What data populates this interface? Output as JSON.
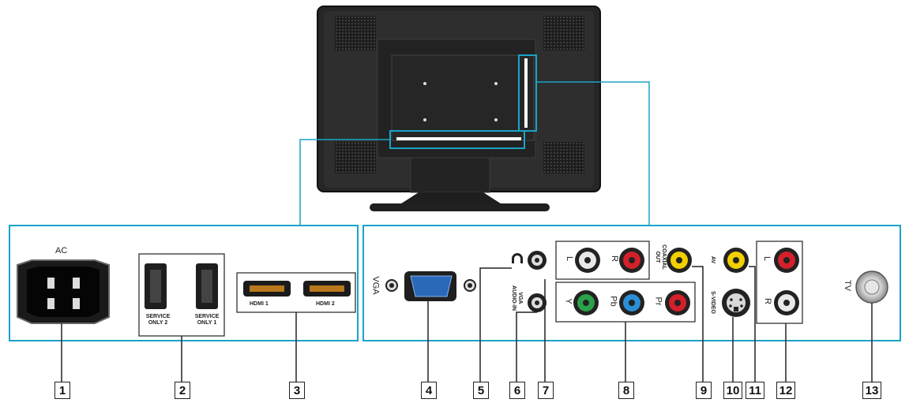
{
  "labels": {
    "ac": "AC",
    "service_2": "SERVICE\nONLY 2",
    "service_1": "SERVICE\nONLY 1",
    "hdmi_1": "HDMI 1",
    "hdmi_2": "HDMI 2",
    "vga": "VGA",
    "vga_audio_in": "VGA\nAUDIO-IN",
    "audio_l": "L",
    "audio_r": "R",
    "y": "Y",
    "pb": "Pb",
    "pr": "Pr",
    "coaxial_out": "COAXIAL\nOUT",
    "av": "AV",
    "s_video": "S-VIDEO",
    "av_l": "L",
    "av_r": "R",
    "tv": "TV"
  },
  "callouts": [
    "1",
    "2",
    "3",
    "4",
    "5",
    "6",
    "7",
    "8",
    "9",
    "10",
    "11",
    "12",
    "13"
  ],
  "colors": {
    "panel_border": "#1aa3c8",
    "tv_body": "#2a2a2a",
    "white_jack": "#e8e8e8",
    "red_jack": "#d4202a",
    "yellow_jack": "#f2d000",
    "green_jack": "#2aa14a",
    "blue_jack": "#2a8fd6",
    "vga_blue": "#2a68b8"
  }
}
